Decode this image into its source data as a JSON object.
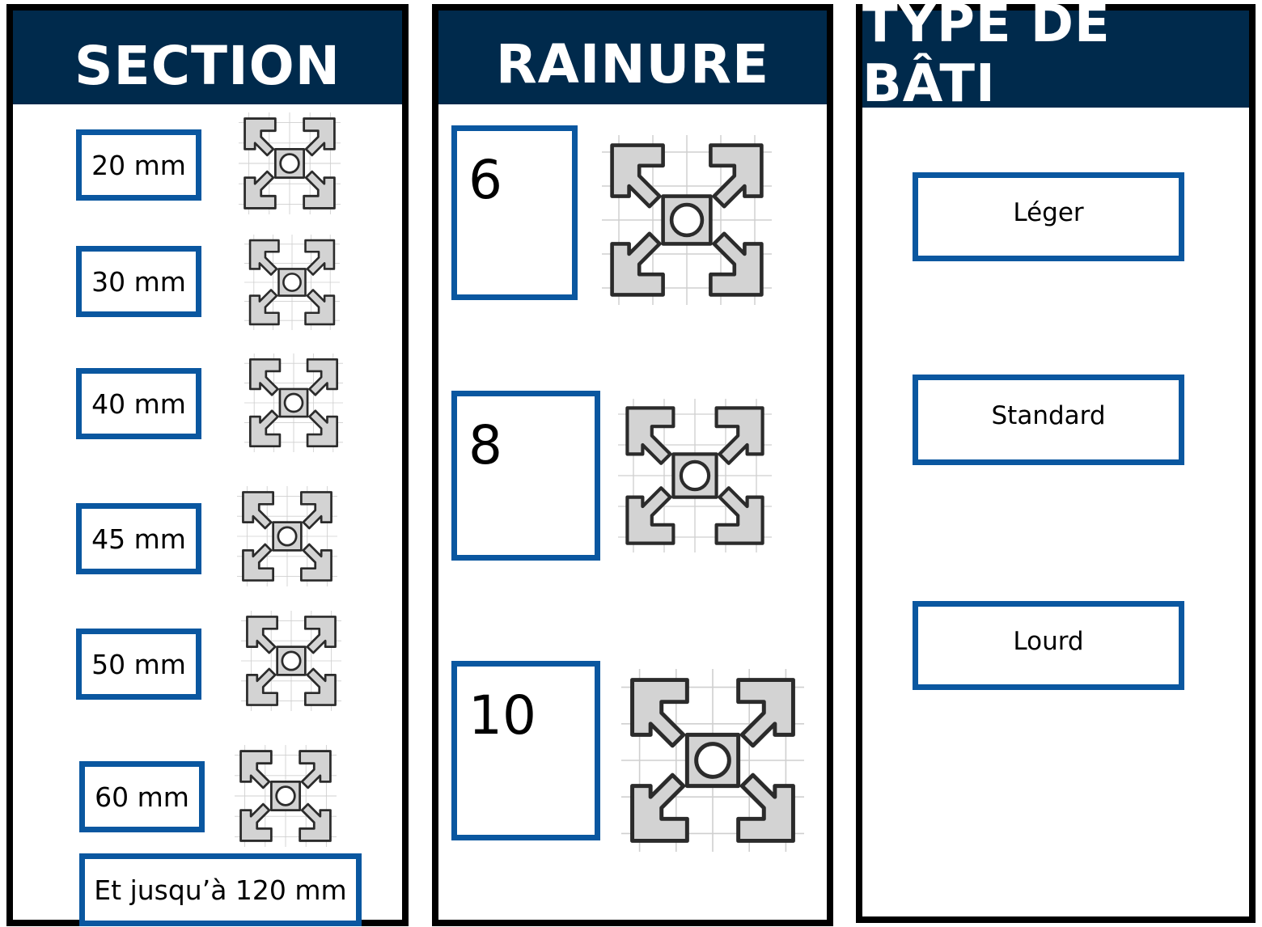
{
  "section": {
    "title": "SECTION",
    "sizes": [
      "20 mm",
      "30 mm",
      "40 mm",
      "45 mm",
      "50 mm",
      "60 mm"
    ],
    "max_label": "Et jusqu’à 120 mm"
  },
  "rainure": {
    "title": "RAINURE",
    "values": [
      "6",
      "8",
      "10"
    ]
  },
  "type_de_bati": {
    "title": "TYPE DE BÂTI",
    "options": [
      "Léger",
      "Standard",
      "Lourd"
    ]
  },
  "colors": {
    "header_bg": "#002a4c",
    "box_border": "#0a57a0",
    "profile_fill": "#d3d3d3",
    "profile_stroke": "#2b2b2b",
    "grid": "#cfcfcf"
  },
  "icons": [
    "aluminium-profile-cross-section-icon"
  ]
}
